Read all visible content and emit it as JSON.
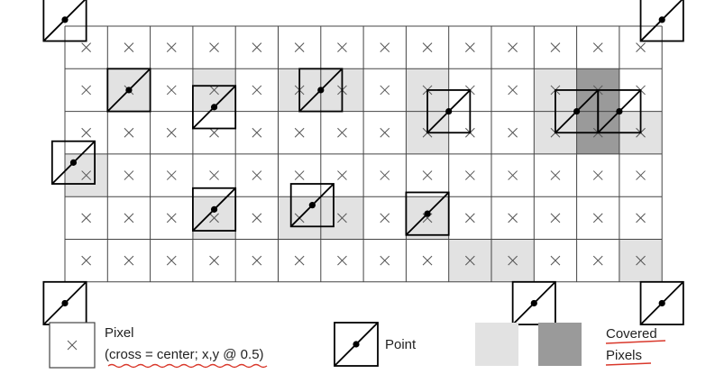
{
  "grid": {
    "columns": 14,
    "rows": 6
  },
  "colors": {
    "covered_light": "#e2e2e2",
    "covered_dark": "#9a9a9a",
    "grid_line": "#444444",
    "cross": "#555555",
    "point": "#000000",
    "underline": "#d9382b"
  },
  "covered_pixels": [
    {
      "col": 1,
      "row": 1,
      "shade": "light"
    },
    {
      "col": 3,
      "row": 1,
      "shade": "light"
    },
    {
      "col": 5,
      "row": 1,
      "shade": "light"
    },
    {
      "col": 6,
      "row": 1,
      "shade": "light"
    },
    {
      "col": 8,
      "row": 1,
      "shade": "light"
    },
    {
      "col": 11,
      "row": 1,
      "shade": "light"
    },
    {
      "col": 12,
      "row": 1,
      "shade": "dark"
    },
    {
      "col": 8,
      "row": 2,
      "shade": "light"
    },
    {
      "col": 11,
      "row": 2,
      "shade": "light"
    },
    {
      "col": 12,
      "row": 2,
      "shade": "dark"
    },
    {
      "col": 13,
      "row": 2,
      "shade": "light"
    },
    {
      "col": 0,
      "row": 3,
      "shade": "light"
    },
    {
      "col": 3,
      "row": 4,
      "shade": "light"
    },
    {
      "col": 5,
      "row": 4,
      "shade": "light"
    },
    {
      "col": 6,
      "row": 4,
      "shade": "light"
    },
    {
      "col": 8,
      "row": 4,
      "shade": "light"
    },
    {
      "col": 9,
      "row": 5,
      "shade": "light"
    },
    {
      "col": 10,
      "row": 5,
      "shade": "light"
    },
    {
      "col": 13,
      "row": 5,
      "shade": "light"
    }
  ],
  "points": [
    {
      "x": 0.0,
      "y": -0.15
    },
    {
      "x": 14.0,
      "y": -0.15
    },
    {
      "x": 1.5,
      "y": 1.5
    },
    {
      "x": 3.5,
      "y": 1.9
    },
    {
      "x": 6.0,
      "y": 1.5
    },
    {
      "x": 9.0,
      "y": 2.0
    },
    {
      "x": 12.0,
      "y": 2.0
    },
    {
      "x": 13.0,
      "y": 2.0
    },
    {
      "x": 0.2,
      "y": 3.2
    },
    {
      "x": 3.5,
      "y": 4.3
    },
    {
      "x": 5.8,
      "y": 4.2
    },
    {
      "x": 8.5,
      "y": 4.4
    },
    {
      "x": 0.0,
      "y": 6.5
    },
    {
      "x": 11.0,
      "y": 6.5
    },
    {
      "x": 14.0,
      "y": 6.5
    }
  ],
  "legend": {
    "pixel_label": "Pixel",
    "pixel_sublabel": "(cross = center; x,y @ 0.5)",
    "point_label": "Point",
    "covered_label_line1": "Covered",
    "covered_label_line2": "Pixels"
  }
}
